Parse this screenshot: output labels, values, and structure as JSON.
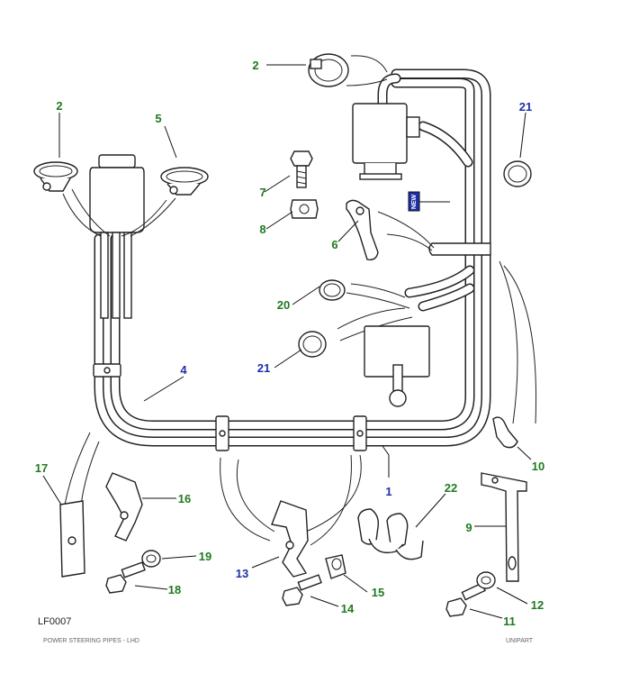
{
  "figure": {
    "id_label": "LF0007",
    "caption_left": "POWER STEERING PIPES - LHD",
    "caption_right": "UNIPART",
    "new_badge": "NEW"
  },
  "callouts": [
    {
      "key": "c1",
      "text": "1",
      "color": "blue"
    },
    {
      "key": "c2a",
      "text": "2",
      "color": "green"
    },
    {
      "key": "c2b",
      "text": "2",
      "color": "green"
    },
    {
      "key": "c4",
      "text": "4",
      "color": "blue"
    },
    {
      "key": "c5",
      "text": "5",
      "color": "green"
    },
    {
      "key": "c6",
      "text": "6",
      "color": "green"
    },
    {
      "key": "c7",
      "text": "7",
      "color": "green"
    },
    {
      "key": "c8",
      "text": "8",
      "color": "green"
    },
    {
      "key": "c9",
      "text": "9",
      "color": "green"
    },
    {
      "key": "c10",
      "text": "10",
      "color": "green"
    },
    {
      "key": "c11",
      "text": "11",
      "color": "green"
    },
    {
      "key": "c12",
      "text": "12",
      "color": "green"
    },
    {
      "key": "c13",
      "text": "13",
      "color": "blue"
    },
    {
      "key": "c14",
      "text": "14",
      "color": "green"
    },
    {
      "key": "c15",
      "text": "15",
      "color": "green"
    },
    {
      "key": "c16",
      "text": "16",
      "color": "green"
    },
    {
      "key": "c17",
      "text": "17",
      "color": "green"
    },
    {
      "key": "c18",
      "text": "18",
      "color": "green"
    },
    {
      "key": "c19",
      "text": "19",
      "color": "green"
    },
    {
      "key": "c20",
      "text": "20",
      "color": "green"
    },
    {
      "key": "c21a",
      "text": "21",
      "color": "blue"
    },
    {
      "key": "c21b",
      "text": "21",
      "color": "blue"
    },
    {
      "key": "c22",
      "text": "22",
      "color": "green"
    }
  ],
  "colors": {
    "green": "#1f7a1f",
    "blue": "#1f2fa8",
    "line": "#222222"
  }
}
